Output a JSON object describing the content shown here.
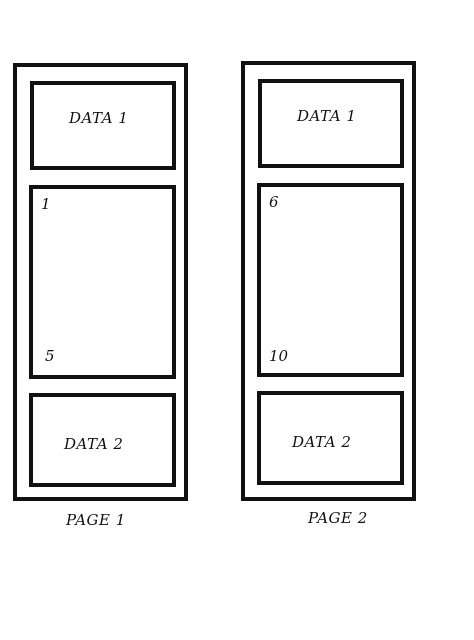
{
  "pages": [
    {
      "header_label": "DATA 1",
      "body_start": "1",
      "body_end": "5",
      "footer_label": "DATA 2",
      "caption": "PAGE 1"
    },
    {
      "header_label": "DATA 1",
      "body_start": "6",
      "body_end": "10",
      "footer_label": "DATA 2",
      "caption": "PAGE 2"
    }
  ],
  "colors": {
    "line": "#111111",
    "background": "#ffffff"
  }
}
